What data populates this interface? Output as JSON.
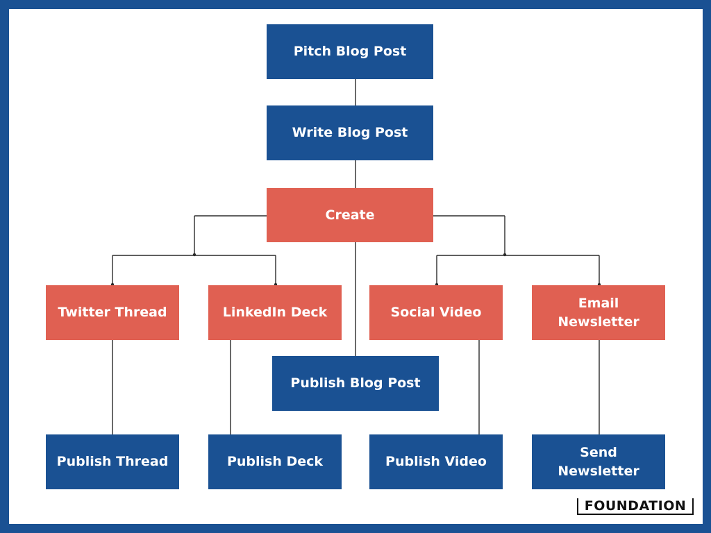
{
  "colors": {
    "frame": "#1a5193",
    "blue_node": "#1a5193",
    "red_node": "#e06052",
    "connector": "#2b2b2b"
  },
  "nodes": {
    "pitch": "Pitch Blog Post",
    "write": "Write Blog Post",
    "create": "Create",
    "twitter": "Twitter Thread",
    "linkedin": "LinkedIn Deck",
    "social": "Social Video",
    "email": "Email Newsletter",
    "publish_blog": "Publish Blog Post",
    "publish_thread": "Publish Thread",
    "publish_deck": "Publish Deck",
    "publish_video": "Publish Video",
    "send_newsletter": "Send Newsletter"
  },
  "logo": "FOUNDATION"
}
